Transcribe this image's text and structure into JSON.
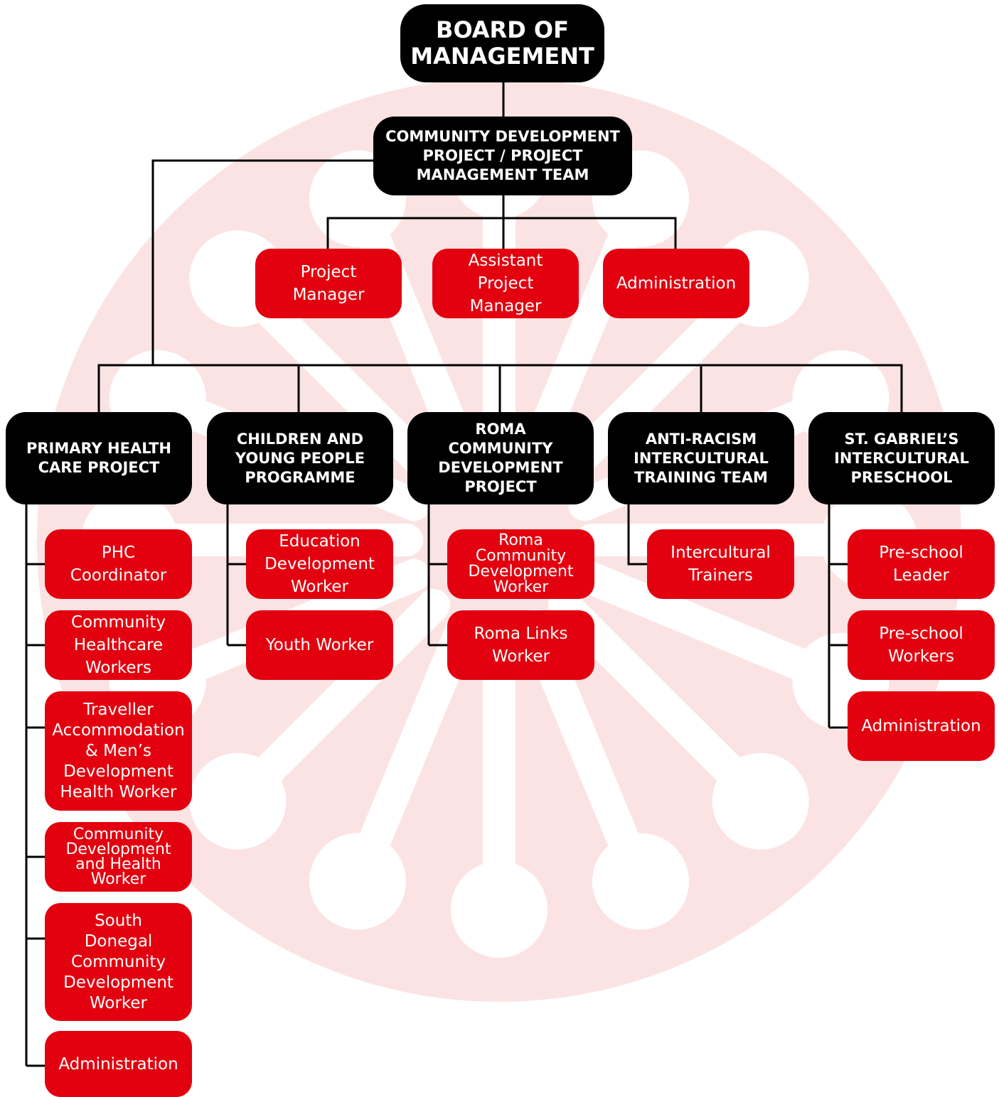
{
  "colors": {
    "black": "#000000",
    "red": "#e3000f",
    "line": "#000000",
    "watermark": "#fbe3e4"
  },
  "watermark": {
    "icon": "roma-wheel-icon"
  },
  "board": "BOARD OF\nMANAGEMENT",
  "management_team": "COMMUNITY  DEVELOPMENT\nPROJECT / PROJECT\nMANAGEMENT  TEAM",
  "management_roles": [
    "Project\nManager",
    "Assistant\nProject\nManager",
    "Administration"
  ],
  "projects": [
    {
      "title": "PRIMARY HEALTH\nCARE PROJECT",
      "roles": [
        "PHC\nCoordinator",
        "Community\nHealthcare\nWorkers",
        "Traveller\nAccommodation\n& Men’s\nDevelopment\nHealth Worker",
        "Community\nDevelopment\nand Health\nWorker",
        "South\nDonegal\nCommunity\nDevelopment\nWorker",
        "Administration"
      ]
    },
    {
      "title": "CHILDREN AND\nYOUNG PEOPLE\nPROGRAMME",
      "roles": [
        "Education\nDevelopment\nWorker",
        "Youth Worker"
      ]
    },
    {
      "title": "ROMA\nCOMMUNITY\nDEVELOPMENT\nPROJECT",
      "roles": [
        "Roma\nCommunity\nDevelopment\nWorker",
        "Roma Links\nWorker"
      ]
    },
    {
      "title": "ANTI-RACISM\nINTERCULTURAL\nTRAINING TEAM",
      "roles": [
        "Intercultural\nTrainers"
      ]
    },
    {
      "title": "ST. GABRIEL’S\nINTERCULTURAL\nPRESCHOOL",
      "roles": [
        "Pre-school\nLeader",
        "Pre-school\nWorkers",
        "Administration"
      ]
    }
  ]
}
